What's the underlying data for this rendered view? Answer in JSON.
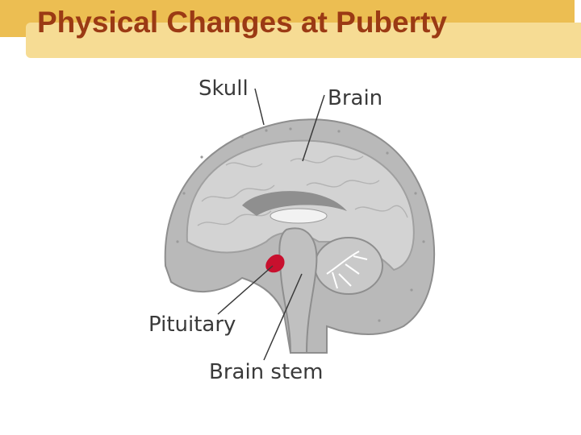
{
  "slide": {
    "title": "Physical Changes at Puberty"
  },
  "diagram": {
    "labels": {
      "skull": "Skull",
      "brain": "Brain",
      "pituitary": "Pituitary",
      "brain_stem": "Brain stem"
    },
    "colors": {
      "title_text": "#9b3a14",
      "title_band": "#f6dc94",
      "title_band_accent": "#ecbe52",
      "skull_fill": "#b9b9b9",
      "brain_fill": "#d3d3d3",
      "pituitary": "#c8102e"
    }
  }
}
